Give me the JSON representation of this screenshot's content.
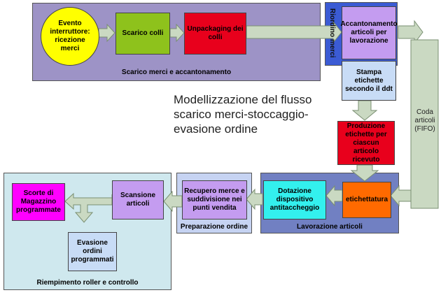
{
  "title": "Modellizzazione del flusso scarico merci-stoccaggio-evasione ordine",
  "panels": {
    "unloading": "Scarico merci e accantonamento",
    "reorder": "Riordino merci",
    "processing": "Lavorazione articoli",
    "preparation": "Preparazione ordine",
    "filling": "Riempimento roller e controllo"
  },
  "nodes": {
    "event": "Evento interruttore: ricezione merci",
    "unload": "Scarico colli",
    "unpack": "Unpackaging dei colli",
    "storage": "Accantonamento articoli per lavorazione",
    "print_labels": "Stampa etichette secondo il ddt",
    "produce_labels": "Produzione etichette per ciascun articolo ricevuto",
    "queue": "Coda articoli (FIFO)",
    "labelling": "etichettatura",
    "antitheft": "Dotazione dispositivo antitaccheggio",
    "recovery": "Recupero merce e suddivisione nei punti vendita",
    "scan": "Scansione articoli",
    "stock": "Scorte di Magazzino programmate",
    "dispatch": "Evasione ordini programmati"
  },
  "colors": {
    "unloading_panel": "#9d93c6",
    "reorder_panel": "#3b5bd4",
    "processing_panel": "#7180c2",
    "preparation_panel": "#c6d3f2",
    "filling_panel": "#cfe8ee",
    "arrow": "#cad9c2",
    "yellow": "#ffff00",
    "green": "#8ec21c",
    "red": "#e8001c",
    "magenta": "#ff00ff",
    "lavender": "#c49cf0",
    "cyan": "#33f0ee",
    "orange": "#ff6a00",
    "light_blue": "#c8dcf6"
  }
}
